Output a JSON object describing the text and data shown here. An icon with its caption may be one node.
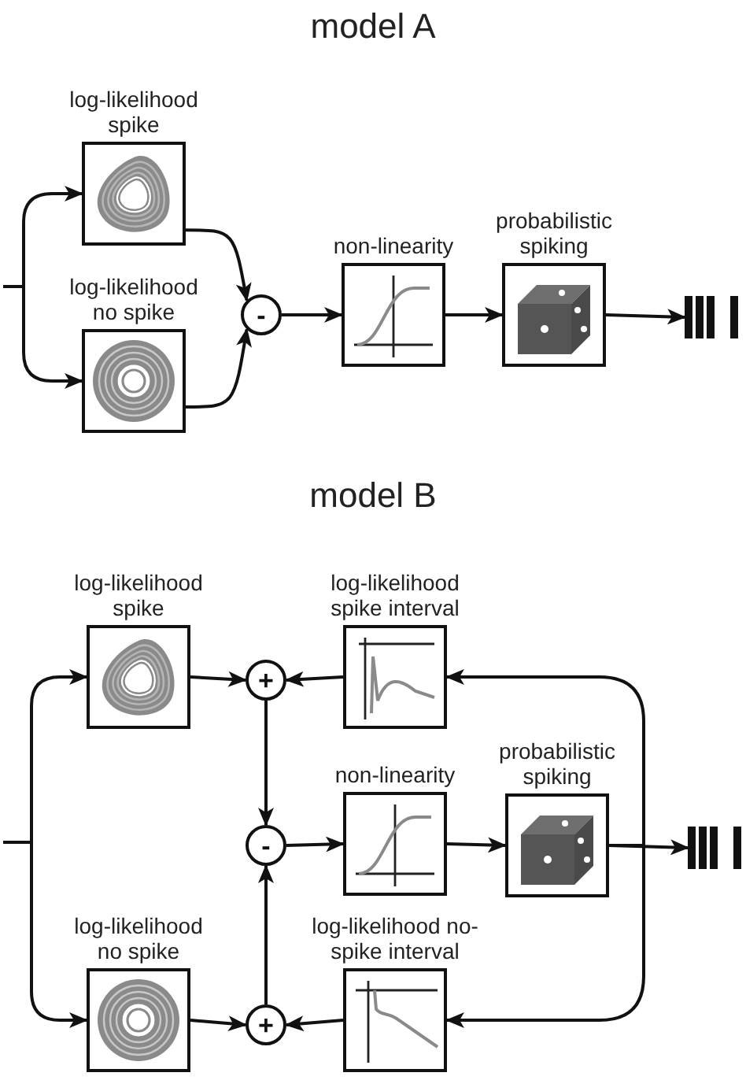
{
  "diagram": {
    "nodes": [
      {
        "text": [
          "log-likelihood spike"
        ]
      },
      {
        "text": [
          "log-likelihood no spike"
        ]
      },
      {
        "text": [
          "-"
        ]
      },
      {
        "text": [
          "non-linearity"
        ]
      },
      {
        "text": [
          "probabilistic spiking"
        ]
      },
      {
        "text": [],
        "shape": "bar"
      },
      {
        "text": [
          "log-likelihood spike"
        ]
      },
      {
        "text": [
          "+"
        ]
      },
      {
        "text": [
          "log-likelihood spike interval"
        ]
      },
      {
        "text": [
          "-"
        ]
      },
      {
        "text": [
          "non-linearity"
        ]
      },
      {
        "text": [
          "probabilistic spiking"
        ]
      },
      {
        "text": [],
        "shape": "bar"
      },
      {
        "text": [
          "log-likelihood no spike"
        ]
      },
      {
        "text": [
          "+"
        ]
      },
      {
        "text": [
          "log-likelihood no-spike interval"
        ]
      }
    ],
    "edges": [
      {
        "from": null,
        "to": 0,
        "arrow": "to"
      },
      {
        "from": null,
        "to": 1,
        "arrow": "to"
      },
      {
        "from": 0,
        "to": 2,
        "arrow": "to"
      },
      {
        "from": 1,
        "to": 2,
        "arrow": "to"
      },
      {
        "from": 2,
        "to": 3,
        "arrow": "to"
      },
      {
        "from": 3,
        "to": 4,
        "arrow": "to"
      },
      {
        "from": 4,
        "to": 5,
        "arrow": "to"
      },
      {
        "from": null,
        "to": 6,
        "arrow": "to"
      },
      {
        "from": null,
        "to": 13,
        "arrow": "to"
      },
      {
        "from": 6,
        "to": 7,
        "arrow": "to"
      },
      {
        "from": 8,
        "to": 7,
        "arrow": "to"
      },
      {
        "from": 7,
        "to": 9,
        "arrow": "to"
      },
      {
        "from": 14,
        "to": 9,
        "arrow": "to"
      },
      {
        "from": 9,
        "to": 10,
        "arrow": "to"
      },
      {
        "from": 10,
        "to": 11,
        "arrow": "to"
      },
      {
        "from": 11,
        "to": 12,
        "arrow": "to"
      },
      {
        "from": 11,
        "to": 8,
        "arrow": "to"
      },
      {
        "from": 11,
        "to": 15,
        "arrow": "to"
      },
      {
        "from": 13,
        "to": 14,
        "arrow": "to"
      },
      {
        "from": 15,
        "to": 14,
        "arrow": "to"
      }
    ],
    "labels": [
      "model A",
      "model B"
    ]
  }
}
